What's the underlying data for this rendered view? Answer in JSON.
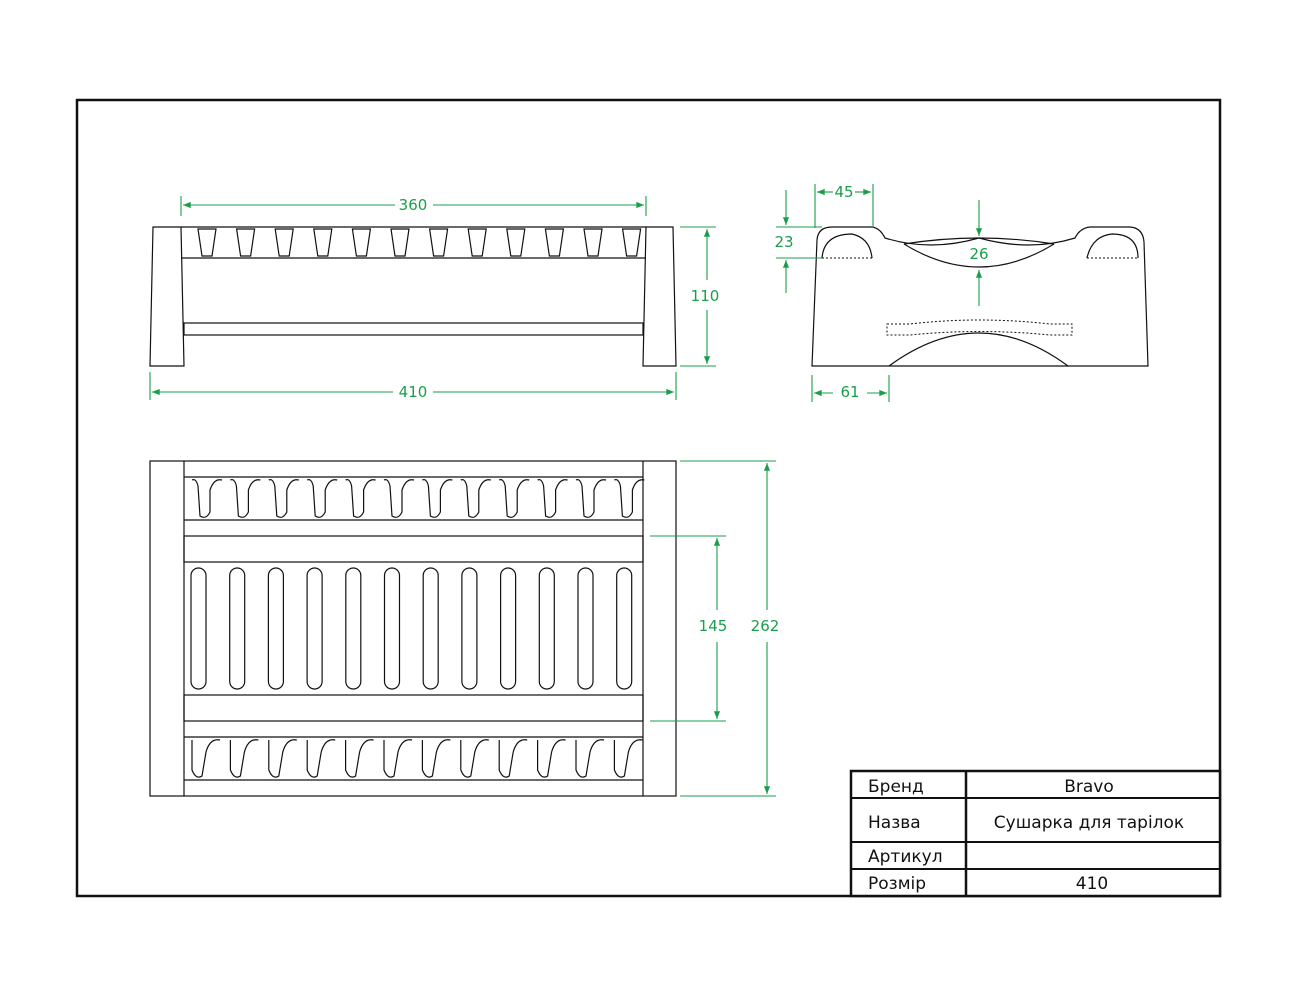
{
  "dimensions": {
    "side_inner_length": "360",
    "side_height": "110",
    "side_total_length": "410",
    "end_top_width": "45",
    "end_top_depth": "23",
    "end_slot_depth": "26",
    "end_base_width": "61",
    "plan_inner_width": "145",
    "plan_total_width": "262"
  },
  "title_block": {
    "rows": [
      {
        "label": "Бренд",
        "value": "Bravo"
      },
      {
        "label": "Назва",
        "value": "Сушарка для тарілок"
      },
      {
        "label": "Артикул",
        "value": ""
      },
      {
        "label": "Розмір",
        "value": "410"
      }
    ]
  },
  "colors": {
    "frame": "#111111",
    "dimension": "#1a9e4b",
    "background": "#ffffff"
  }
}
